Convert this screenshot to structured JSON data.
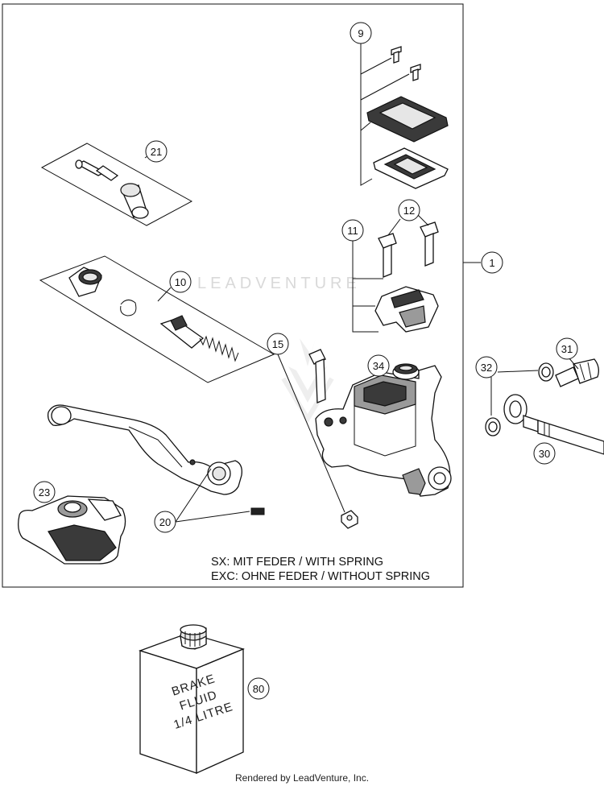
{
  "callouts": {
    "c1": "1",
    "c9": "9",
    "c10": "10",
    "c11": "11",
    "c12": "12",
    "c15": "15",
    "c20": "20",
    "c21": "21",
    "c23": "23",
    "c30": "30",
    "c31": "31",
    "c32": "32",
    "c34": "34",
    "c80": "80"
  },
  "notes": {
    "sx": "SX: MIT FEDER / WITH SPRING",
    "exc": "EXC: OHNE FEDER / WITHOUT SPRING"
  },
  "bottle_label": {
    "line1": "BRAKE",
    "line2": "FLUID",
    "line3": "1/4 LITRE"
  },
  "watermark": "LEADVENTURE",
  "credit": "Rendered by LeadVenture, Inc."
}
